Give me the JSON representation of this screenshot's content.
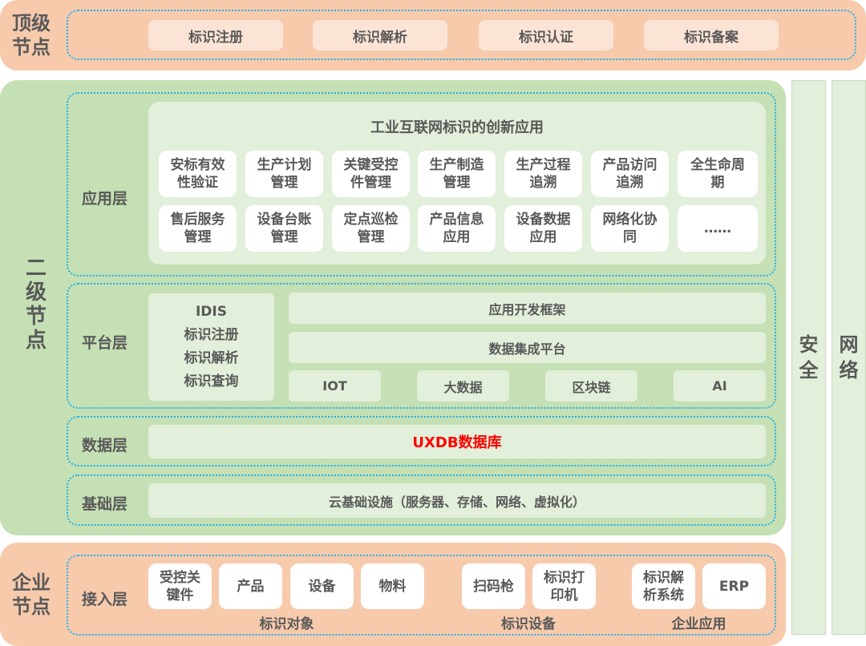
{
  "top": {
    "label": "顶级节点",
    "items": [
      "标识注册",
      "标识解析",
      "标识认证",
      "标识备案"
    ]
  },
  "secondary": {
    "label": "二级节点",
    "app_layer": {
      "label": "应用层",
      "title": "工业互联网标识的创新应用",
      "items": [
        "安标有效性验证",
        "生产计划管理",
        "关键受控件管理",
        "生产制造管理",
        "生产过程追溯",
        "产品访问追溯",
        "全生命周期",
        "售后服务管理",
        "设备台账管理",
        "定点巡检管理",
        "产品信息应用",
        "设备数据应用",
        "网络化协同",
        "……"
      ]
    },
    "platform_layer": {
      "label": "平台层",
      "idis": [
        "IDIS",
        "标识注册",
        "标识解析",
        "标识查询"
      ],
      "framework": "应用开发框架",
      "integration": "数据集成平台",
      "tech": [
        "IOT",
        "大数据",
        "区块链",
        "AI"
      ]
    },
    "data_layer": {
      "label": "数据层",
      "db": "UXDB数据库",
      "db_color": "#ff0000"
    },
    "base_layer": {
      "label": "基础层",
      "infra": "云基础设施（服务器、存储、网络、虚拟化）"
    }
  },
  "side": {
    "security": "安全",
    "network": "网络"
  },
  "enterprise": {
    "label": "企业节点",
    "layer": "接入层",
    "items": [
      "受控关键件",
      "产品",
      "设备",
      "物料",
      "扫码枪",
      "标识打印机",
      "标识解析系统",
      "ERP"
    ],
    "groups": [
      "标识对象",
      "标识设备",
      "企业应用"
    ]
  }
}
